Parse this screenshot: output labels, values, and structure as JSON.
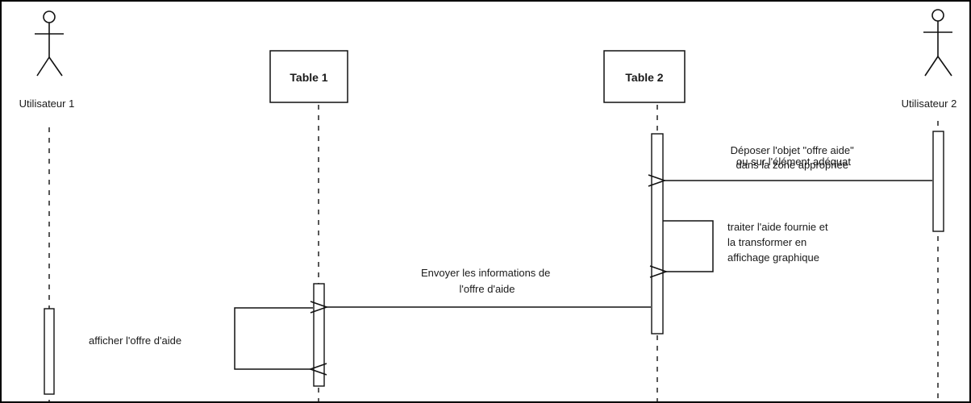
{
  "diagram": {
    "actors": {
      "user1": {
        "label": "Utilisateur 1"
      },
      "user2": {
        "label": "Utilisateur 2"
      }
    },
    "objects": {
      "table1": {
        "label": "Table 1"
      },
      "table2": {
        "label": "Table 2"
      }
    },
    "messages": {
      "deposit": {
        "from": "Utilisateur 2",
        "to": "Table 2",
        "lines": [
          "Déposer l'objet \"offre aide\"",
          "dans la zone appropriée",
          "ou sur l'élément adéquat"
        ]
      },
      "process": {
        "from": "Table 2",
        "to": "Table 2",
        "lines": [
          "traiter l'aide fournie et",
          "la transformer en",
          "affichage graphique"
        ]
      },
      "send": {
        "from": "Table 2",
        "to": "Table 1",
        "lines": [
          "Envoyer les informations de",
          "l'offre d'aide"
        ]
      },
      "display": {
        "from": "Table 1",
        "to": "Table 1",
        "lines": [
          "afficher l'offre d'aide"
        ]
      }
    }
  }
}
